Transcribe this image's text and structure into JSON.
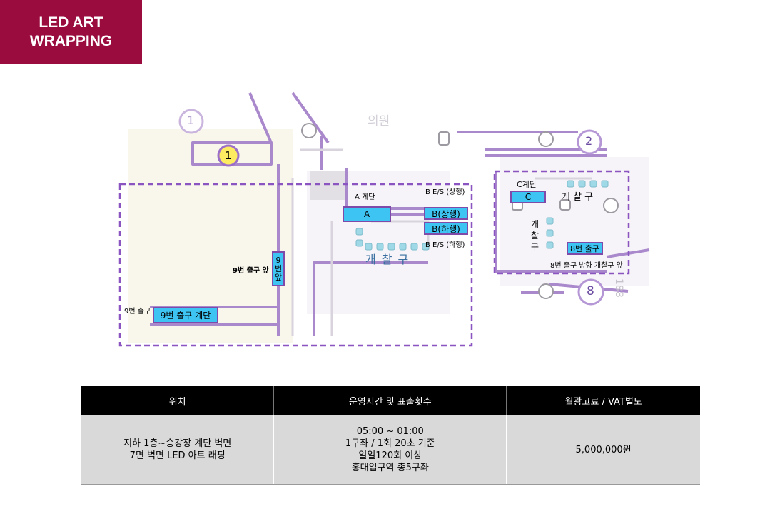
{
  "title": {
    "line1": "LED ART",
    "line2": "WRAPPING"
  },
  "map": {
    "circle_1_top": "1",
    "circle_1_yellow": "1",
    "circle_2": "2",
    "circle_8": "8",
    "faint_sign_text": "의원",
    "label_a_stairs": "A 계단",
    "label_b_es_up": "B  E/S (상행)",
    "label_b_es_down": "B  E/S (하행)",
    "tag_a": "A",
    "tag_b_up": "B(상행)",
    "tag_b_down": "B(하행)",
    "gate_main": "개찰구",
    "label_exit9_front": "9번 출구 앞",
    "tag_9_chars": [
      "9",
      "번",
      "앞"
    ],
    "label_exit9": "9번 출구",
    "tag_exit9_stairs": "9번 출구 계단",
    "label_c_stairs": "C계단",
    "tag_c": "C",
    "gate_right": "개 찰 구",
    "gate_vertical_chars": [
      "개",
      "찰",
      "구"
    ],
    "tag_exit8": "8번 출구",
    "label_exit8_gate": "8번 출구 방향 개찰구 앞",
    "faint_number": "188"
  },
  "table": {
    "headers": [
      "위치",
      "운영시간 및 표출횟수",
      "월광고료  /  VAT별도"
    ],
    "location_lines": [
      "지하 1층~승강장 계단 벽면",
      "7면 벽면 LED 아트 래핑"
    ],
    "schedule_lines": [
      "05:00 ~ 01:00",
      "1구좌 / 1회 20초 기준",
      "일일120회 이상",
      "홍대입구역 총5구좌"
    ],
    "price": "5,000,000원"
  },
  "colors": {
    "title_bg": "#9a0c3e",
    "tag_fill": "#3ec4f2",
    "route_purple": "#9b6fc9",
    "dashed": "#8a55c0"
  }
}
